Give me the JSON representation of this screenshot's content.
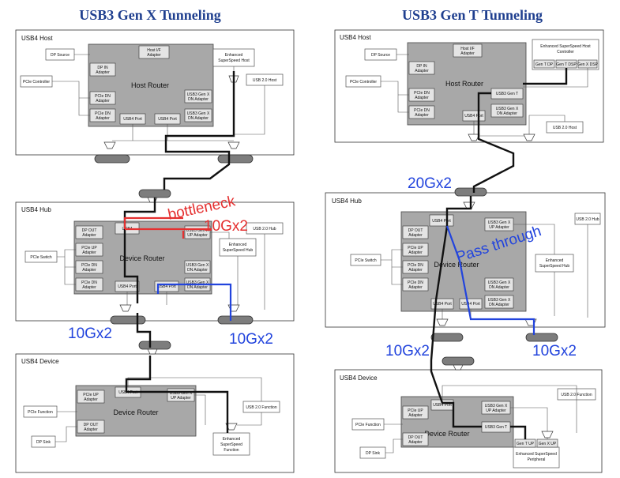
{
  "titles": {
    "left": "USB3 Gen X Tunneling",
    "right": "USB3 Gen T Tunneling"
  },
  "left": {
    "host": {
      "label": "USB4 Host",
      "router": "Host Router",
      "dp_source": "DP Source",
      "pcie_controller": "PCIe Controller",
      "host_if": [
        "Host I/F",
        "Adapter"
      ],
      "dp_in": [
        "DP IN",
        "Adapter"
      ],
      "pcie_dn": [
        "PCIe DN",
        "Adapter"
      ],
      "usb4_port": "USB4 Port",
      "usb3_dn": [
        "USB3 Gen X",
        "DN Adapter"
      ],
      "eshc": [
        "Enhanced",
        "SuperSpeed Host"
      ],
      "usb2_host": "USB 2.0 Host"
    },
    "hub": {
      "label": "USB4 Hub",
      "router": "Device Router",
      "usb4_up": "USB4",
      "dp_out": [
        "DP OUT",
        "Adapter"
      ],
      "pcie_up": [
        "PCIe UP",
        "Adapter"
      ],
      "pcie_dn": [
        "PCIe DN",
        "Adapter"
      ],
      "usb3_up": [
        "USB3 Gen X",
        "UP Adapter"
      ],
      "usb3_dn": [
        "USB3 Gen X",
        "DN Adapter"
      ],
      "usb4_port": "USB4 Port",
      "pcie_switch": "PCIe Switch",
      "esh": [
        "Enhanced",
        "SuperSpeed Hub"
      ],
      "usb2_hub": "USB 2.0 Hub"
    },
    "device": {
      "label": "USB4 Device",
      "router": "Device Router",
      "pcie_up": [
        "PCIe UP",
        "Adapter"
      ],
      "dp_out": [
        "DP OUT",
        "Adapter"
      ],
      "usb4_port": "USB4 Port",
      "usb3_up": [
        "USB3 Gen X",
        "UP Adapter"
      ],
      "pcie_function": "PCIe Function",
      "dp_sink": "DP Sink",
      "usb2_function": "USB 2.0 Function",
      "esf": [
        "Enhanced",
        "SuperSpeed",
        "Function"
      ]
    },
    "annotations": {
      "bottleneck": "bottleneck",
      "rate_hub": "10Gx2",
      "rate_down_left": "10Gx2",
      "rate_down_right": "10Gx2"
    }
  },
  "right": {
    "host": {
      "label": "USB4 Host",
      "router": "Host Router",
      "dp_source": "DP Source",
      "pcie_controller": "PCIe Controller",
      "host_if": [
        "Host I/F",
        "Adapter"
      ],
      "dp_in": [
        "DP IN",
        "Adapter"
      ],
      "pcie_dn": [
        "PCIe DN",
        "Adapter"
      ],
      "usb4_port": "USB4 Port",
      "usb3_t": "USB3 Gen T",
      "usb3_x_dn": [
        "USB3 Gen X",
        "DN Adapter"
      ],
      "eshc": [
        "Enhanced SuperSpeed Host",
        "Controller"
      ],
      "eshc_ports": [
        "Gen T DP",
        "Gen T DSP",
        "Gen X DSP"
      ],
      "usb2_host": "USB 2.0 Host"
    },
    "hub": {
      "label": "USB4 Hub",
      "router": "Device Router",
      "usb4_port_top": "USB4 Port",
      "dp_out": [
        "DP OUT",
        "Adapter"
      ],
      "pcie_up": [
        "PCIe UP",
        "Adapter"
      ],
      "pcie_dn": [
        "PCIe DN",
        "Adapter"
      ],
      "usb3_up": [
        "USB3 Gen X",
        "UP Adapter"
      ],
      "usb3_dn1": [
        "USB3 Gen X",
        "DN Adapter"
      ],
      "usb3_dn2": [
        "USB3 Gen X",
        "DN Adapter"
      ],
      "usb4_port": "USB4 Port",
      "pcie_switch": "PCIe Switch",
      "esh": [
        "Enhanced",
        "SuperSpeed Hub"
      ],
      "usb2_hub": "USB 2.0 Hub"
    },
    "device": {
      "label": "USB4 Device",
      "router": "Device Router",
      "usb4_port": "USB4 Port",
      "pcie_up": [
        "PCIe UP",
        "Adapter"
      ],
      "dp_out": [
        "DP OUT",
        "Adapter"
      ],
      "usb3_up": [
        "USB3 Gen X",
        "UP Adapter"
      ],
      "usb3_t": "USB3 Gen T",
      "pcie_function": "PCIe Function",
      "dp_sink": "DP Sink",
      "usb2_function": "USB 2.0 Function",
      "esp": [
        "Enhanced SuperSpeed",
        "Peripheral"
      ],
      "esp_ports": [
        "Gen T UP",
        "Gen X UP"
      ]
    },
    "annotations": {
      "rate_top": "20Gx2",
      "pass_through": "Pass through",
      "rate_down_left": "10Gx2",
      "rate_down_right": "10Gx2"
    }
  }
}
